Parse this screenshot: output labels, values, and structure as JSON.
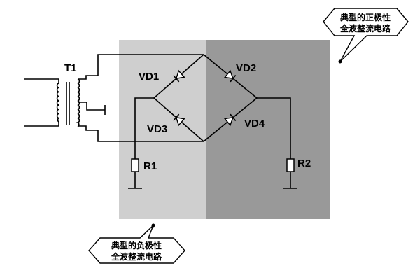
{
  "diagram": {
    "transformer": {
      "label": "T1"
    },
    "diodes": [
      {
        "id": "vd1",
        "label": "VD1"
      },
      {
        "id": "vd2",
        "label": "VD2"
      },
      {
        "id": "vd3",
        "label": "VD3"
      },
      {
        "id": "vd4",
        "label": "VD4"
      }
    ],
    "resistors": [
      {
        "id": "r1",
        "label": "R1"
      },
      {
        "id": "r2",
        "label": "R2"
      }
    ],
    "callouts": {
      "positive": {
        "line1": "典型的正极性",
        "line2": "全波整流电路"
      },
      "negative": {
        "line1": "典型的负极性",
        "line2": "全波整流电路"
      }
    },
    "colors": {
      "negative_region": "#cfcfcf",
      "positive_region": "#999999",
      "wire": "#000000",
      "callout_fill": "#ffffff"
    }
  }
}
